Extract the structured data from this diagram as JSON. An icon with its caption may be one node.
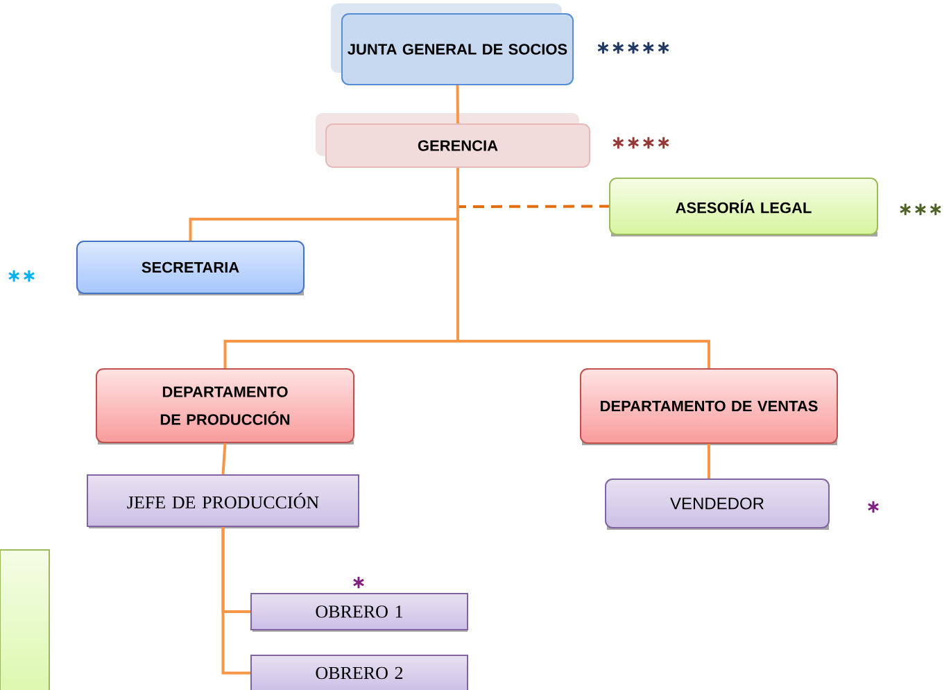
{
  "diagram": {
    "nodes": [
      {
        "text": [
          "JUNTA GENERAL DE SOCIOS"
        ],
        "beside": [
          "∗∗∗∗∗"
        ]
      },
      {
        "text": [
          "GERENCIA"
        ],
        "beside": [
          "∗∗∗∗"
        ]
      },
      {
        "text": [
          "ASESORÍA LEGAL"
        ],
        "beside": [
          "∗∗∗"
        ]
      },
      {
        "text": [
          "SECRETARIA"
        ],
        "beside": [
          "∗∗"
        ]
      },
      {
        "text": [
          "DEPARTAMENTO DE PRODUCCIÓN"
        ]
      },
      {
        "text": [
          "DEPARTAMENTO DE VENTAS"
        ]
      },
      {
        "text": [
          "JEFE DE PRODUCCIÓN"
        ]
      },
      {
        "text": [
          "VENDEDOR"
        ],
        "beside": [
          "∗"
        ]
      },
      {
        "text": [
          "OBRERO 1"
        ],
        "beside": [
          "∗"
        ]
      },
      {
        "text": [
          "OBRERO 2"
        ]
      },
      {
        "text": [],
        "shape": "box"
      }
    ],
    "edges": [
      {
        "from": 0,
        "to": 1,
        "arrow": "none"
      },
      {
        "from": 1,
        "to": 2,
        "arrow": "none",
        "style": "dashed",
        "color": "#e46c0a"
      },
      {
        "from": 1,
        "to": 3,
        "arrow": "none"
      },
      {
        "from": 1,
        "to": 4,
        "arrow": "none"
      },
      {
        "from": 1,
        "to": 5,
        "arrow": "none"
      },
      {
        "from": 4,
        "to": 6,
        "arrow": "none"
      },
      {
        "from": 5,
        "to": 7,
        "arrow": "none"
      },
      {
        "from": 6,
        "to": 8,
        "arrow": "none"
      },
      {
        "from": 6,
        "to": 9,
        "arrow": "none"
      }
    ]
  }
}
